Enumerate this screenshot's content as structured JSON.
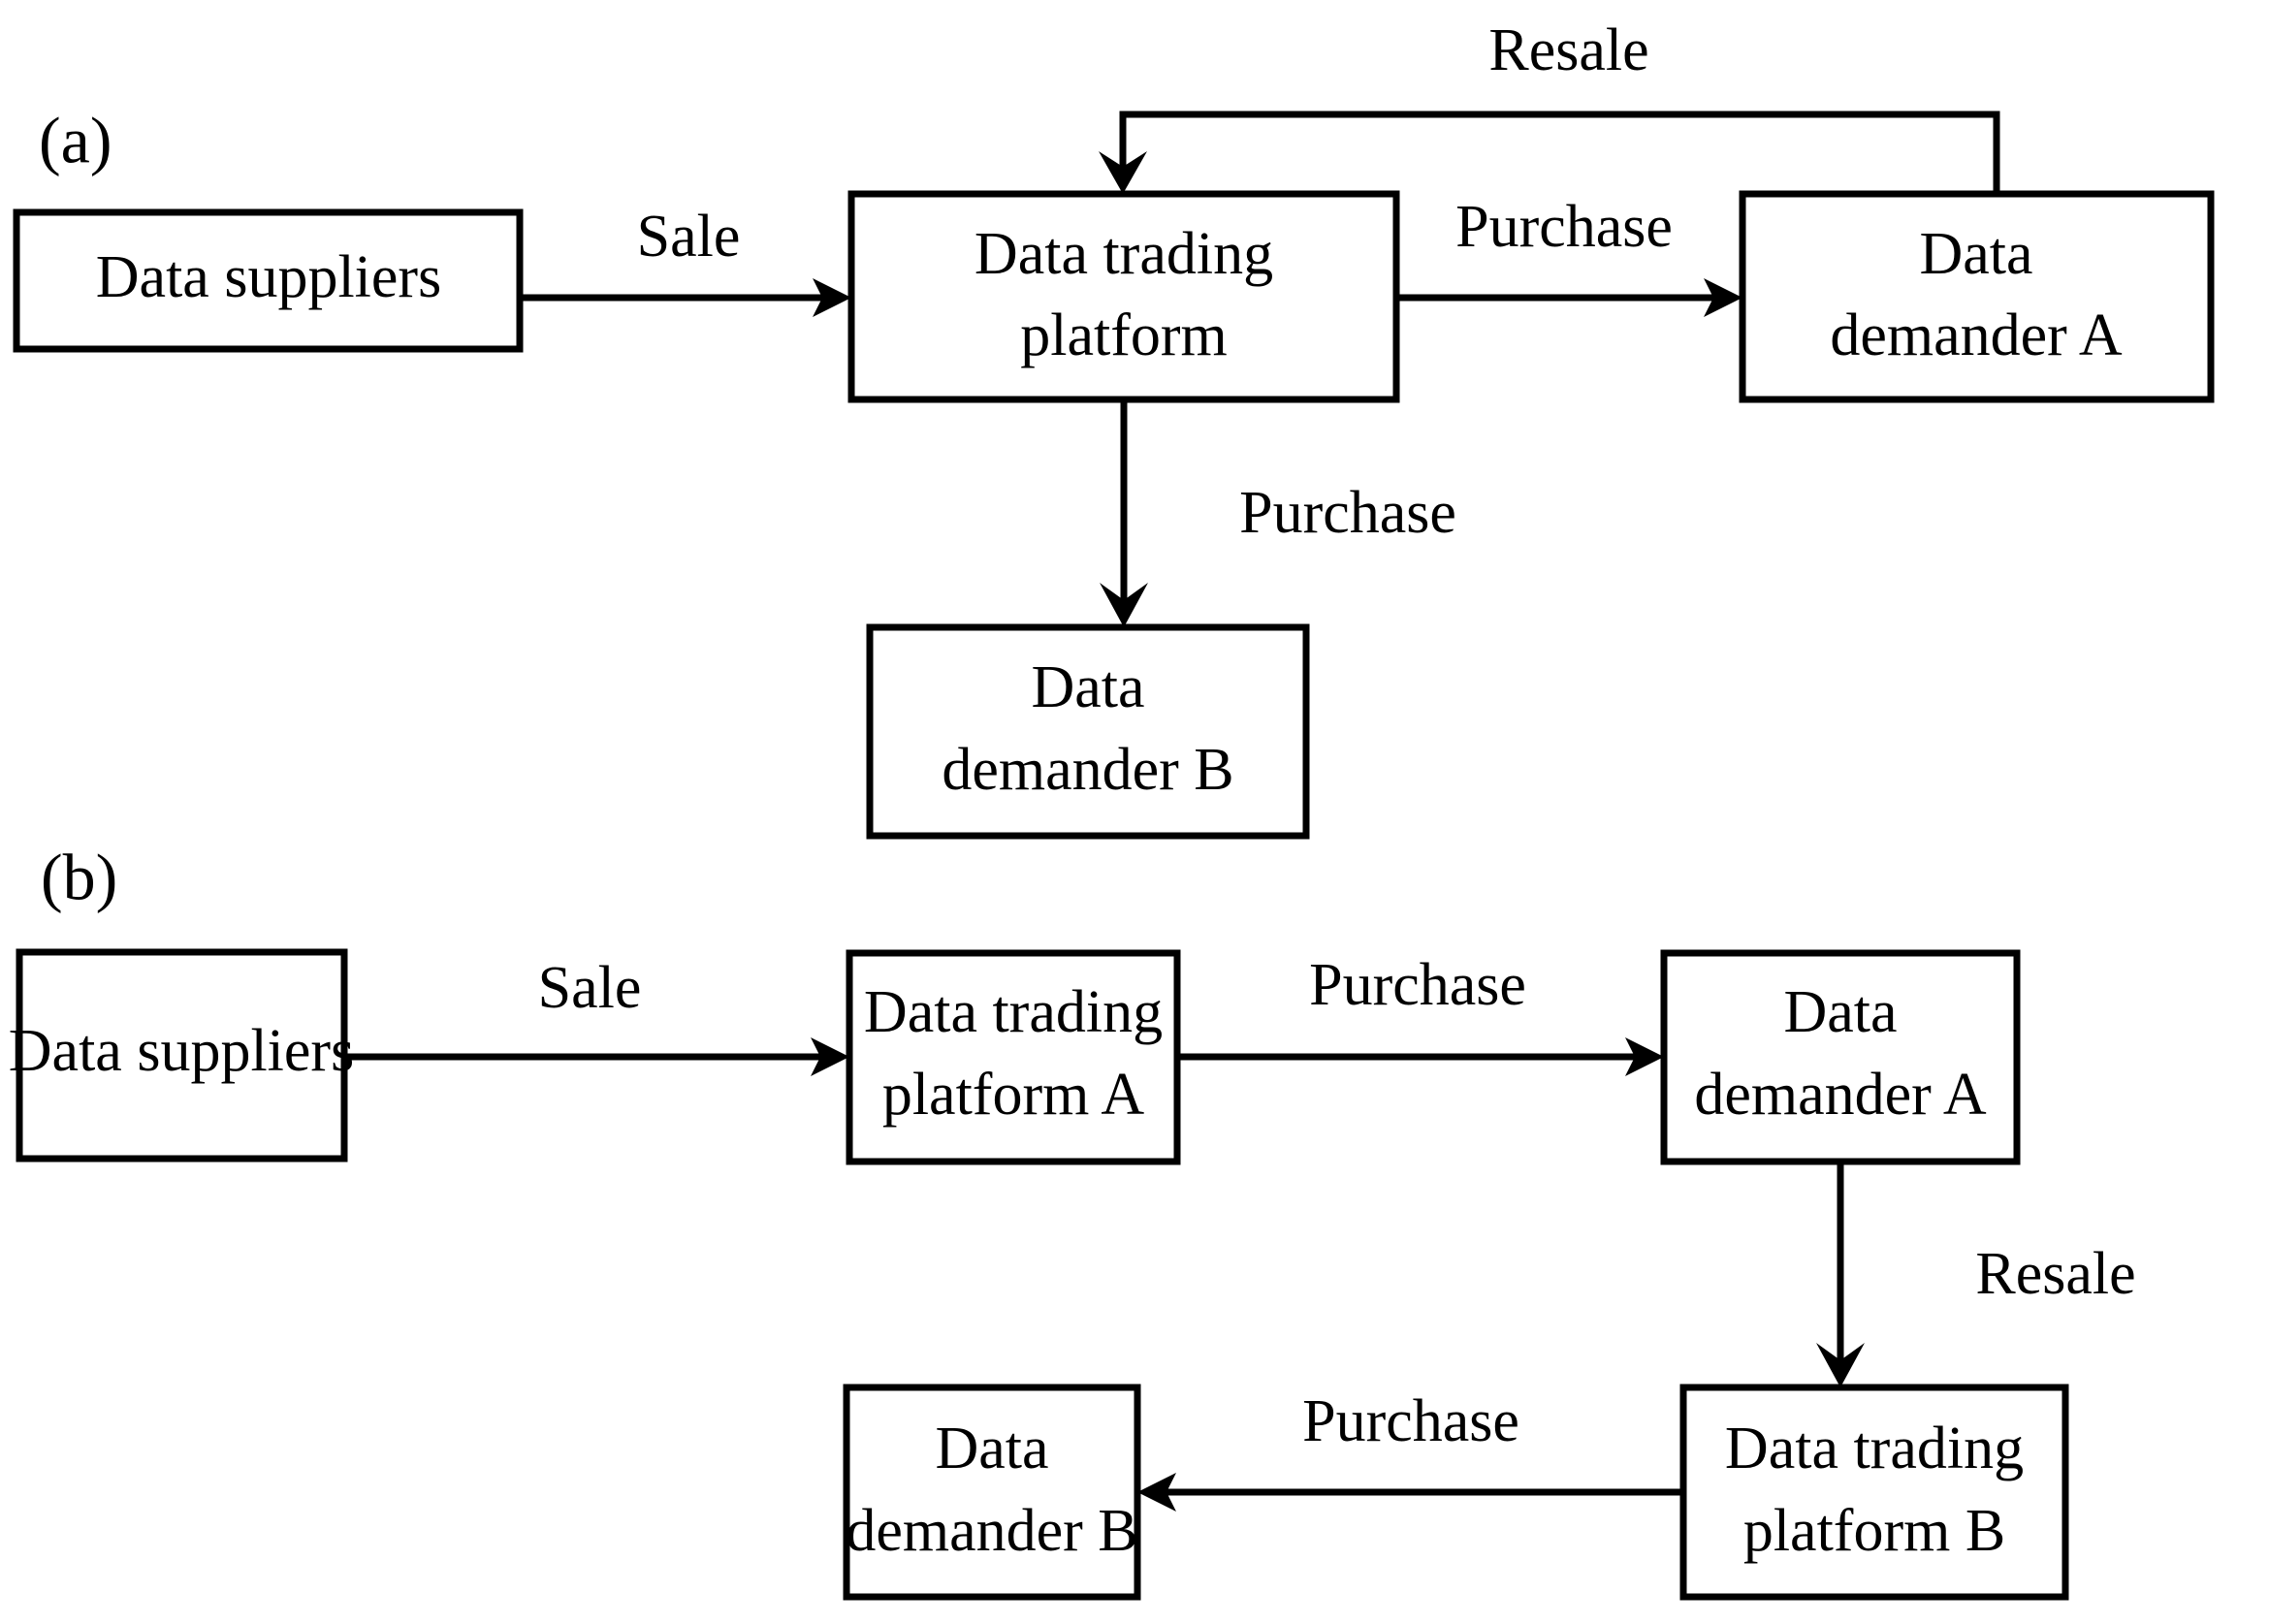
{
  "figure": {
    "title": "Data trading resale scenarios",
    "background_color": "#ffffff",
    "stroke_color": "#000000"
  },
  "panels": [
    {
      "id": "a",
      "label": "(a)",
      "nodes": [
        {
          "id": "a-suppliers",
          "label_line1": "Data suppliers",
          "label_line2": ""
        },
        {
          "id": "a-platform",
          "label_line1": "Data trading",
          "label_line2": "platform"
        },
        {
          "id": "a-demander-a",
          "label_line1": "Data",
          "label_line2": "demander A"
        },
        {
          "id": "a-demander-b",
          "label_line1": "Data",
          "label_line2": "demander B"
        }
      ],
      "edges": [
        {
          "id": "a-edge-sale",
          "label": "Sale",
          "from": "a-suppliers",
          "to": "a-platform"
        },
        {
          "id": "a-edge-purchase-a",
          "label": "Purchase",
          "from": "a-platform",
          "to": "a-demander-a"
        },
        {
          "id": "a-edge-purchase-b",
          "label": "Purchase",
          "from": "a-platform",
          "to": "a-demander-b"
        },
        {
          "id": "a-edge-resale",
          "label": "Resale",
          "from": "a-demander-a",
          "to": "a-platform"
        }
      ]
    },
    {
      "id": "b",
      "label": "(b)",
      "nodes": [
        {
          "id": "b-suppliers",
          "label_line1": "Data suppliers",
          "label_line2": ""
        },
        {
          "id": "b-platform-a",
          "label_line1": "Data trading",
          "label_line2": "platform A"
        },
        {
          "id": "b-demander-a",
          "label_line1": "Data",
          "label_line2": "demander A"
        },
        {
          "id": "b-platform-b",
          "label_line1": "Data trading",
          "label_line2": "platform B"
        },
        {
          "id": "b-demander-b",
          "label_line1": "Data",
          "label_line2": "demander B"
        }
      ],
      "edges": [
        {
          "id": "b-edge-sale",
          "label": "Sale",
          "from": "b-suppliers",
          "to": "b-platform-a"
        },
        {
          "id": "b-edge-purchase-a",
          "label": "Purchase",
          "from": "b-platform-a",
          "to": "b-demander-a"
        },
        {
          "id": "b-edge-resale",
          "label": "Resale",
          "from": "b-demander-a",
          "to": "b-platform-b"
        },
        {
          "id": "b-edge-purchase-b",
          "label": "Purchase",
          "from": "b-platform-b",
          "to": "b-demander-b"
        }
      ]
    }
  ]
}
